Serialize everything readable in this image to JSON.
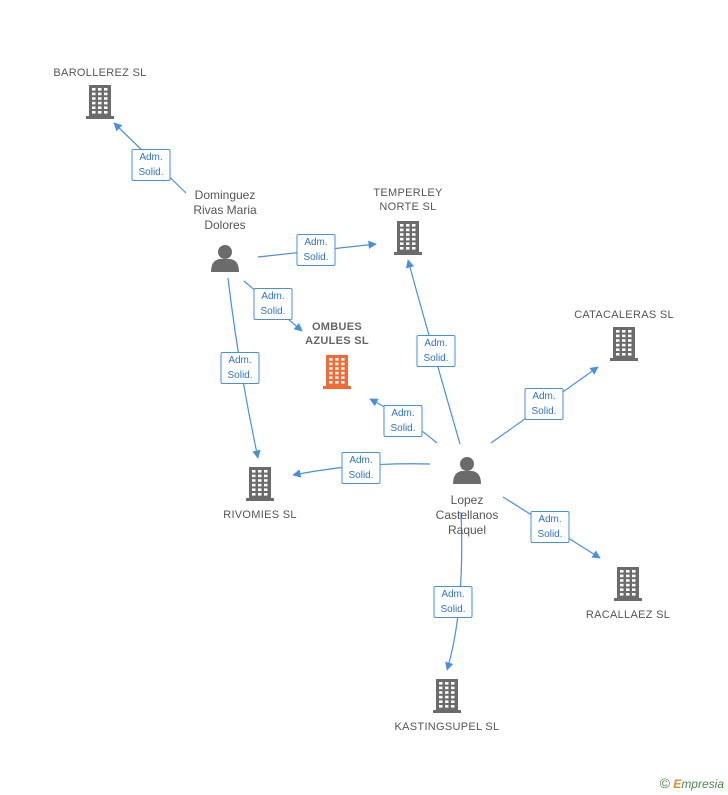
{
  "nodes": {
    "barollerez": {
      "label": "BAROLLEREZ SL",
      "type": "company"
    },
    "temperley": {
      "label": "TEMPERLEY\nNORTE SL",
      "type": "company"
    },
    "catacaleras": {
      "label": "CATACALERAS SL",
      "type": "company"
    },
    "ombues": {
      "label": "OMBUES\nAZULES SL",
      "type": "company",
      "focus": true
    },
    "rivomies": {
      "label": "RIVOMIES SL",
      "type": "company"
    },
    "racallaez": {
      "label": "RACALLAEZ SL",
      "type": "company"
    },
    "kastingsupel": {
      "label": "KASTINGSUPEL SL",
      "type": "company"
    },
    "dominguez": {
      "label": "Dominguez\nRivas Maria\nDolores",
      "type": "person"
    },
    "lopez": {
      "label": "Lopez\nCastellanos\nRaquel",
      "type": "person"
    }
  },
  "edges": [
    {
      "from": "dominguez",
      "to": "barollerez",
      "label": "Adm.\nSolid."
    },
    {
      "from": "dominguez",
      "to": "temperley",
      "label": "Adm.\nSolid."
    },
    {
      "from": "dominguez",
      "to": "ombues",
      "label": "Adm.\nSolid."
    },
    {
      "from": "dominguez",
      "to": "rivomies",
      "label": "Adm.\nSolid."
    },
    {
      "from": "lopez",
      "to": "temperley",
      "label": "Adm.\nSolid."
    },
    {
      "from": "lopez",
      "to": "catacaleras",
      "label": "Adm.\nSolid."
    },
    {
      "from": "lopez",
      "to": "ombues",
      "label": "Adm.\nSolid."
    },
    {
      "from": "lopez",
      "to": "rivomies",
      "label": "Adm.\nSolid."
    },
    {
      "from": "lopez",
      "to": "racallaez",
      "label": "Adm.\nSolid."
    },
    {
      "from": "lopez",
      "to": "kastingsupel",
      "label": "Adm.\nSolid."
    }
  ],
  "colors": {
    "edge": "#4a90d9",
    "building": "#6b6b6b",
    "focus_building": "#f26a35",
    "person": "#6b6b6b"
  },
  "footer": {
    "copyright": "©",
    "brand_initial": "E",
    "brand_rest": "mpresia"
  }
}
